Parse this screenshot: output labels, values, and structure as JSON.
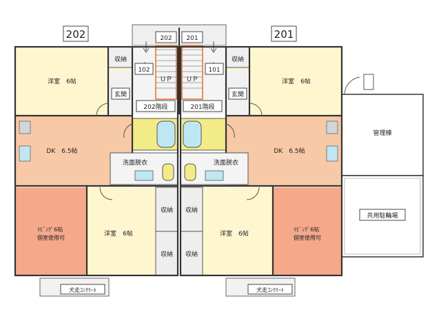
{
  "colors": {
    "western_room": "#fdf6cf",
    "dk": "#f7c9a6",
    "living": "#f5a98a",
    "hall": "#f1f1f1",
    "bath": "#f3eb88",
    "storage": "#eeeeee",
    "annex": "#ffffff",
    "wall": "#333333"
  },
  "unit_tags": {
    "left": "202",
    "right": "201"
  },
  "left_unit": {
    "western_top": "洋室　6帖",
    "storage_top": "収納",
    "door_number": "102",
    "entrance": "玄関",
    "stair_label": "202階段",
    "dk": "DK　6.5帖",
    "washroom": "洗面脱衣",
    "living": "ﾘﾋﾞﾝｸﾞ6帖\n個室使用可",
    "western_bottom": "洋室　6帖",
    "storage_1": "収納",
    "storage_2": "収納"
  },
  "right_unit": {
    "western_top": "洋室　6帖",
    "storage_top": "収納",
    "door_number": "101",
    "entrance": "玄関",
    "stair_label": "201階段",
    "dk": "DK　6.5帖",
    "washroom": "洗面脱衣",
    "living": "ﾘﾋﾞﾝｸﾞ6帖\n個室使用可",
    "western_bottom": "洋室　6帖",
    "storage_1": "収納",
    "storage_2": "収納"
  },
  "stairs": {
    "top_left_tag": "202",
    "top_right_tag": "201",
    "up_left": "ＵＰ",
    "up_right": "ＵＰ"
  },
  "annex": {
    "management": "管理棟",
    "bike_parking": "共用駐輪場"
  },
  "dog_run_left": "犬走ｺﾝｸﾘｰﾄ",
  "dog_run_right": "犬走ｺﾝｸﾘｰﾄ"
}
